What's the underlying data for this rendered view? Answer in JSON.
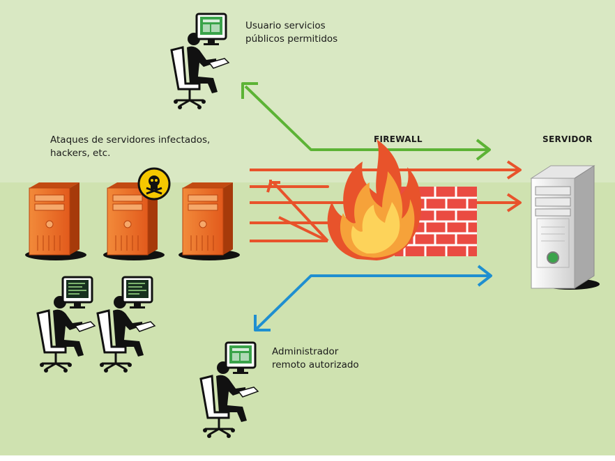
{
  "labels": {
    "public_user_line1": "Usuario servicios",
    "public_user_line2": "públicos permitidos",
    "attacks_line1": "Ataques de servidores infectados,",
    "attacks_line2": "hackers, etc.",
    "firewall": "FIREWALL",
    "server": "SERVIDOR",
    "admin_line1": "Administrador",
    "admin_line2": "remoto autorizado"
  },
  "colors": {
    "background_upper": "#d9e8c3",
    "background_lower": "#cfe2b0",
    "allowed_arrow": "#5cb335",
    "attack_arrow": "#e8532b",
    "admin_arrow": "#1f8fd0",
    "brick": "#ea4b42",
    "server_orange": "#ea6a23"
  },
  "icons": [
    "user-at-computer-icon",
    "skull-crossbones-icon",
    "fire-icon",
    "brick-wall-icon",
    "server-tower-icon"
  ]
}
